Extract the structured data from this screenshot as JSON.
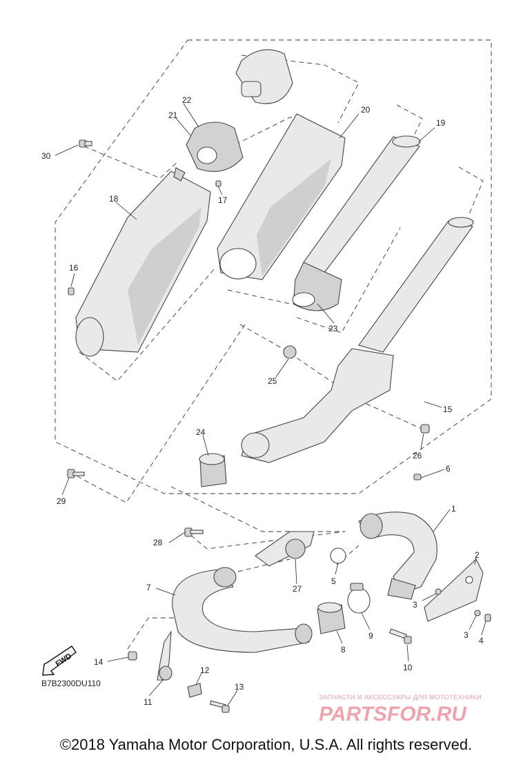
{
  "diagram_code": "B7B2300DU110",
  "forward_label": "FWD",
  "watermark": {
    "line1": "ЗАПЧАСТИ И АКСЕССУАРЫ ДЛЯ МОТОТЕХНИКИ",
    "logo_text": "PARTSFOR.RU",
    "color": "#e05a6a"
  },
  "copyright": "©2018 Yamaha Motor Corporation, U.S.A. All rights reserved.",
  "callouts": [
    "1",
    "2",
    "3",
    "3",
    "4",
    "5",
    "6",
    "7",
    "8",
    "9",
    "10",
    "11",
    "12",
    "13",
    "14",
    "15",
    "16",
    "17",
    "18",
    "19",
    "20",
    "21",
    "22",
    "23",
    "24",
    "25",
    "26",
    "27",
    "28",
    "29",
    "30"
  ]
}
